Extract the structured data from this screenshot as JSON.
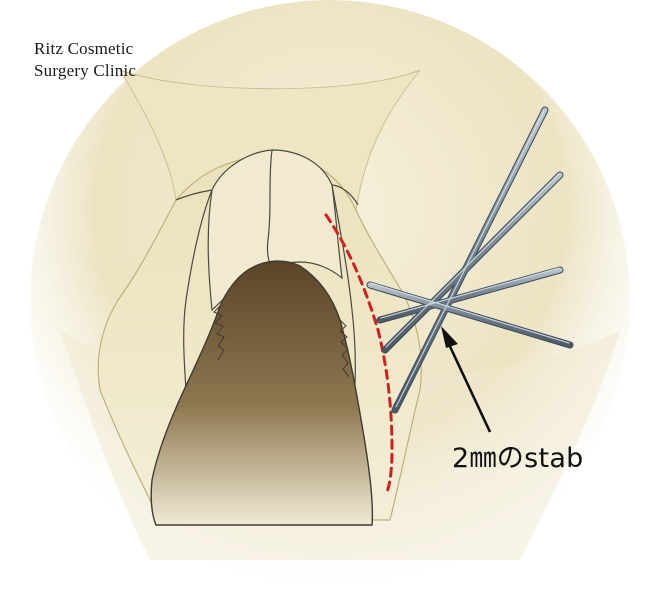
{
  "watermark": {
    "line1": "Ritz Cosmetic",
    "line2": "Surgery Clinic"
  },
  "annotation": {
    "label": "2㎜のstab"
  },
  "colors": {
    "bone_light": "#f4efd6",
    "bone_mid": "#e6dcb0",
    "bone_shadow": "#c9bd8a",
    "cavity_dark": "#6b5533",
    "osteotomy_line": "#d21f1f",
    "instrument": "#7f8e9c"
  },
  "icons": {
    "arrow": "arrow-up-left-icon",
    "instrument": "osteotome-needle-icon"
  }
}
